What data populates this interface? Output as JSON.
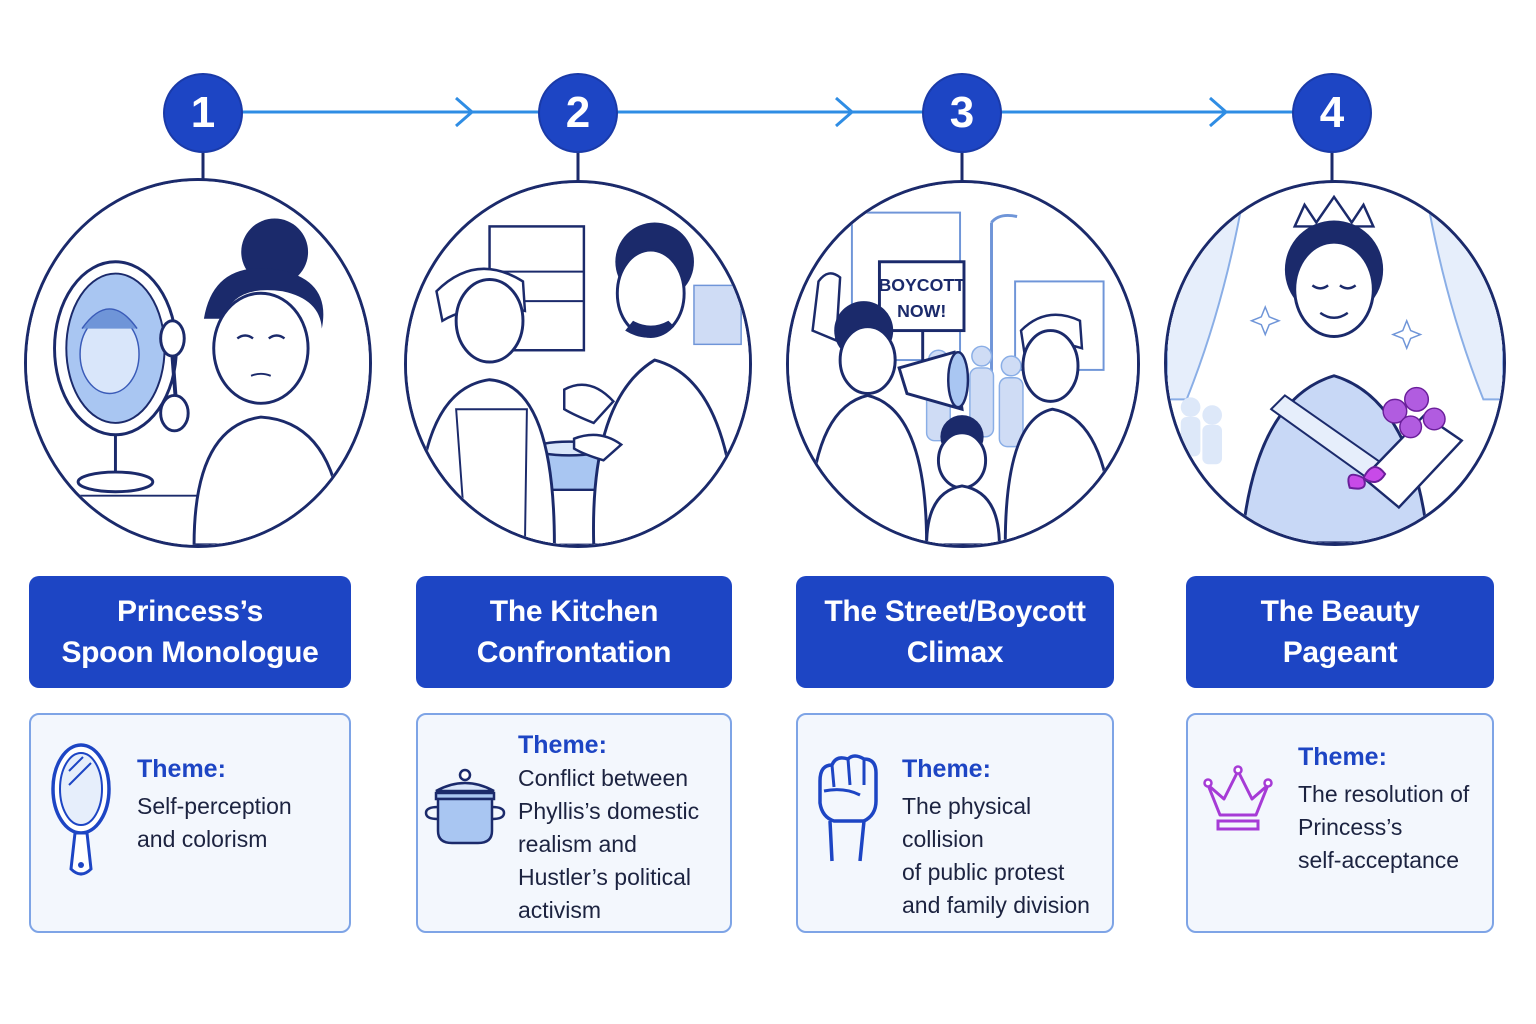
{
  "steps": [
    {
      "number": "1",
      "title_lines": [
        "Princess’s",
        "Spoon Monologue"
      ],
      "theme_label": "Theme:",
      "theme_lines": [
        "Self-perception",
        "and colorism"
      ],
      "icon": "hand-mirror-icon",
      "scene": "girl-with-mirror-illustration"
    },
    {
      "number": "2",
      "title_lines": [
        "The Kitchen",
        "Confrontation"
      ],
      "theme_label": "Theme:",
      "theme_lines": [
        "Conflict between",
        "Phyllis’s domestic",
        "realism and",
        "Hustler’s political",
        "activism"
      ],
      "icon": "cooking-pot-icon",
      "scene": "kitchen-argument-illustration"
    },
    {
      "number": "3",
      "title_lines": [
        "The Street/Boycott",
        "Climax"
      ],
      "theme_label": "Theme:",
      "theme_lines": [
        "The physical collision",
        "of public protest",
        "and family division"
      ],
      "icon": "raised-fist-icon",
      "scene": "street-protest-illustration",
      "sign_lines": [
        "BOYCOTT",
        "NOW!"
      ]
    },
    {
      "number": "4",
      "title_lines": [
        "The Beauty",
        "Pageant"
      ],
      "theme_label": "Theme:",
      "theme_lines": [
        "The resolution of",
        "Princess’s",
        "self-acceptance"
      ],
      "icon": "crown-icon",
      "scene": "pageant-queen-illustration"
    }
  ],
  "colors": {
    "primary": "#1d45c4",
    "connector": "#2f8de4",
    "outline": "#1b2a6b",
    "accent_purple": "#a63bd6",
    "theme_bg": "#f3f7fd",
    "theme_border": "#7ea4e6"
  }
}
